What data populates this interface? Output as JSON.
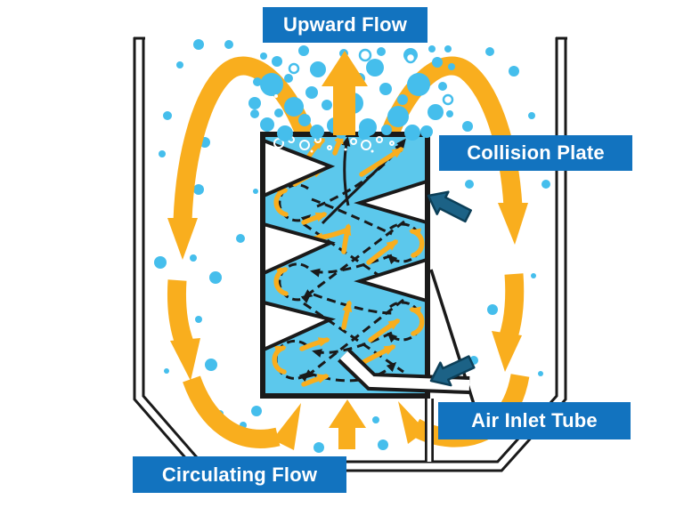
{
  "labels": {
    "upward_flow": "Upward Flow",
    "collision_plate": "Collision Plate",
    "air_inlet_tube": "Air Inlet Tube",
    "circulating_flow": "Circulating Flow"
  },
  "colors": {
    "label_bg": "#1273BF",
    "label_text": "#FFFFFF",
    "bubble": "#45BEEC",
    "chamber_fill": "#5CC8EC",
    "flow_orange": "#F9AE1E",
    "pointer_navy": "#1C6286",
    "pointer_navy_edge": "#0C3F58",
    "outline_ink": "#1A1A1A",
    "background": "#FFFFFF"
  }
}
